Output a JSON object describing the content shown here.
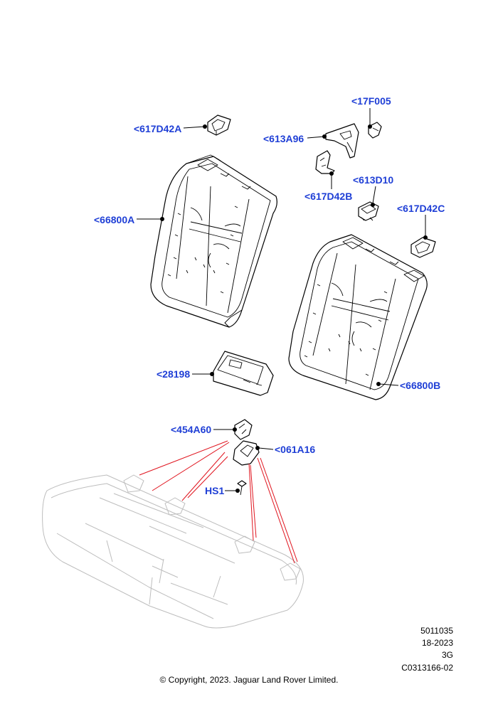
{
  "callouts": {
    "c17F005": "<17F005",
    "c617D42A": "<617D42A",
    "c613A96": "<613A96",
    "c617D42B": "<617D42B",
    "c613D10": "<613D10",
    "c617D42C": "<617D42C",
    "c66800A": "<66800A",
    "c28198": "<28198",
    "c66800B": "<66800B",
    "c454A60": "<454A60",
    "c061A16": "<061A16",
    "cHS1": "HS1"
  },
  "footer": {
    "line1": "5011035",
    "line2": "18-2023",
    "line3": "3G",
    "line4": "C0313166-02",
    "copyright": "© Copyright, 2023. Jaguar Land Rover Limited."
  },
  "colors": {
    "callout_text": "#1f3fd6",
    "highlight_lines": "#e0141e",
    "ghost_lines": "#bdbdbd"
  }
}
